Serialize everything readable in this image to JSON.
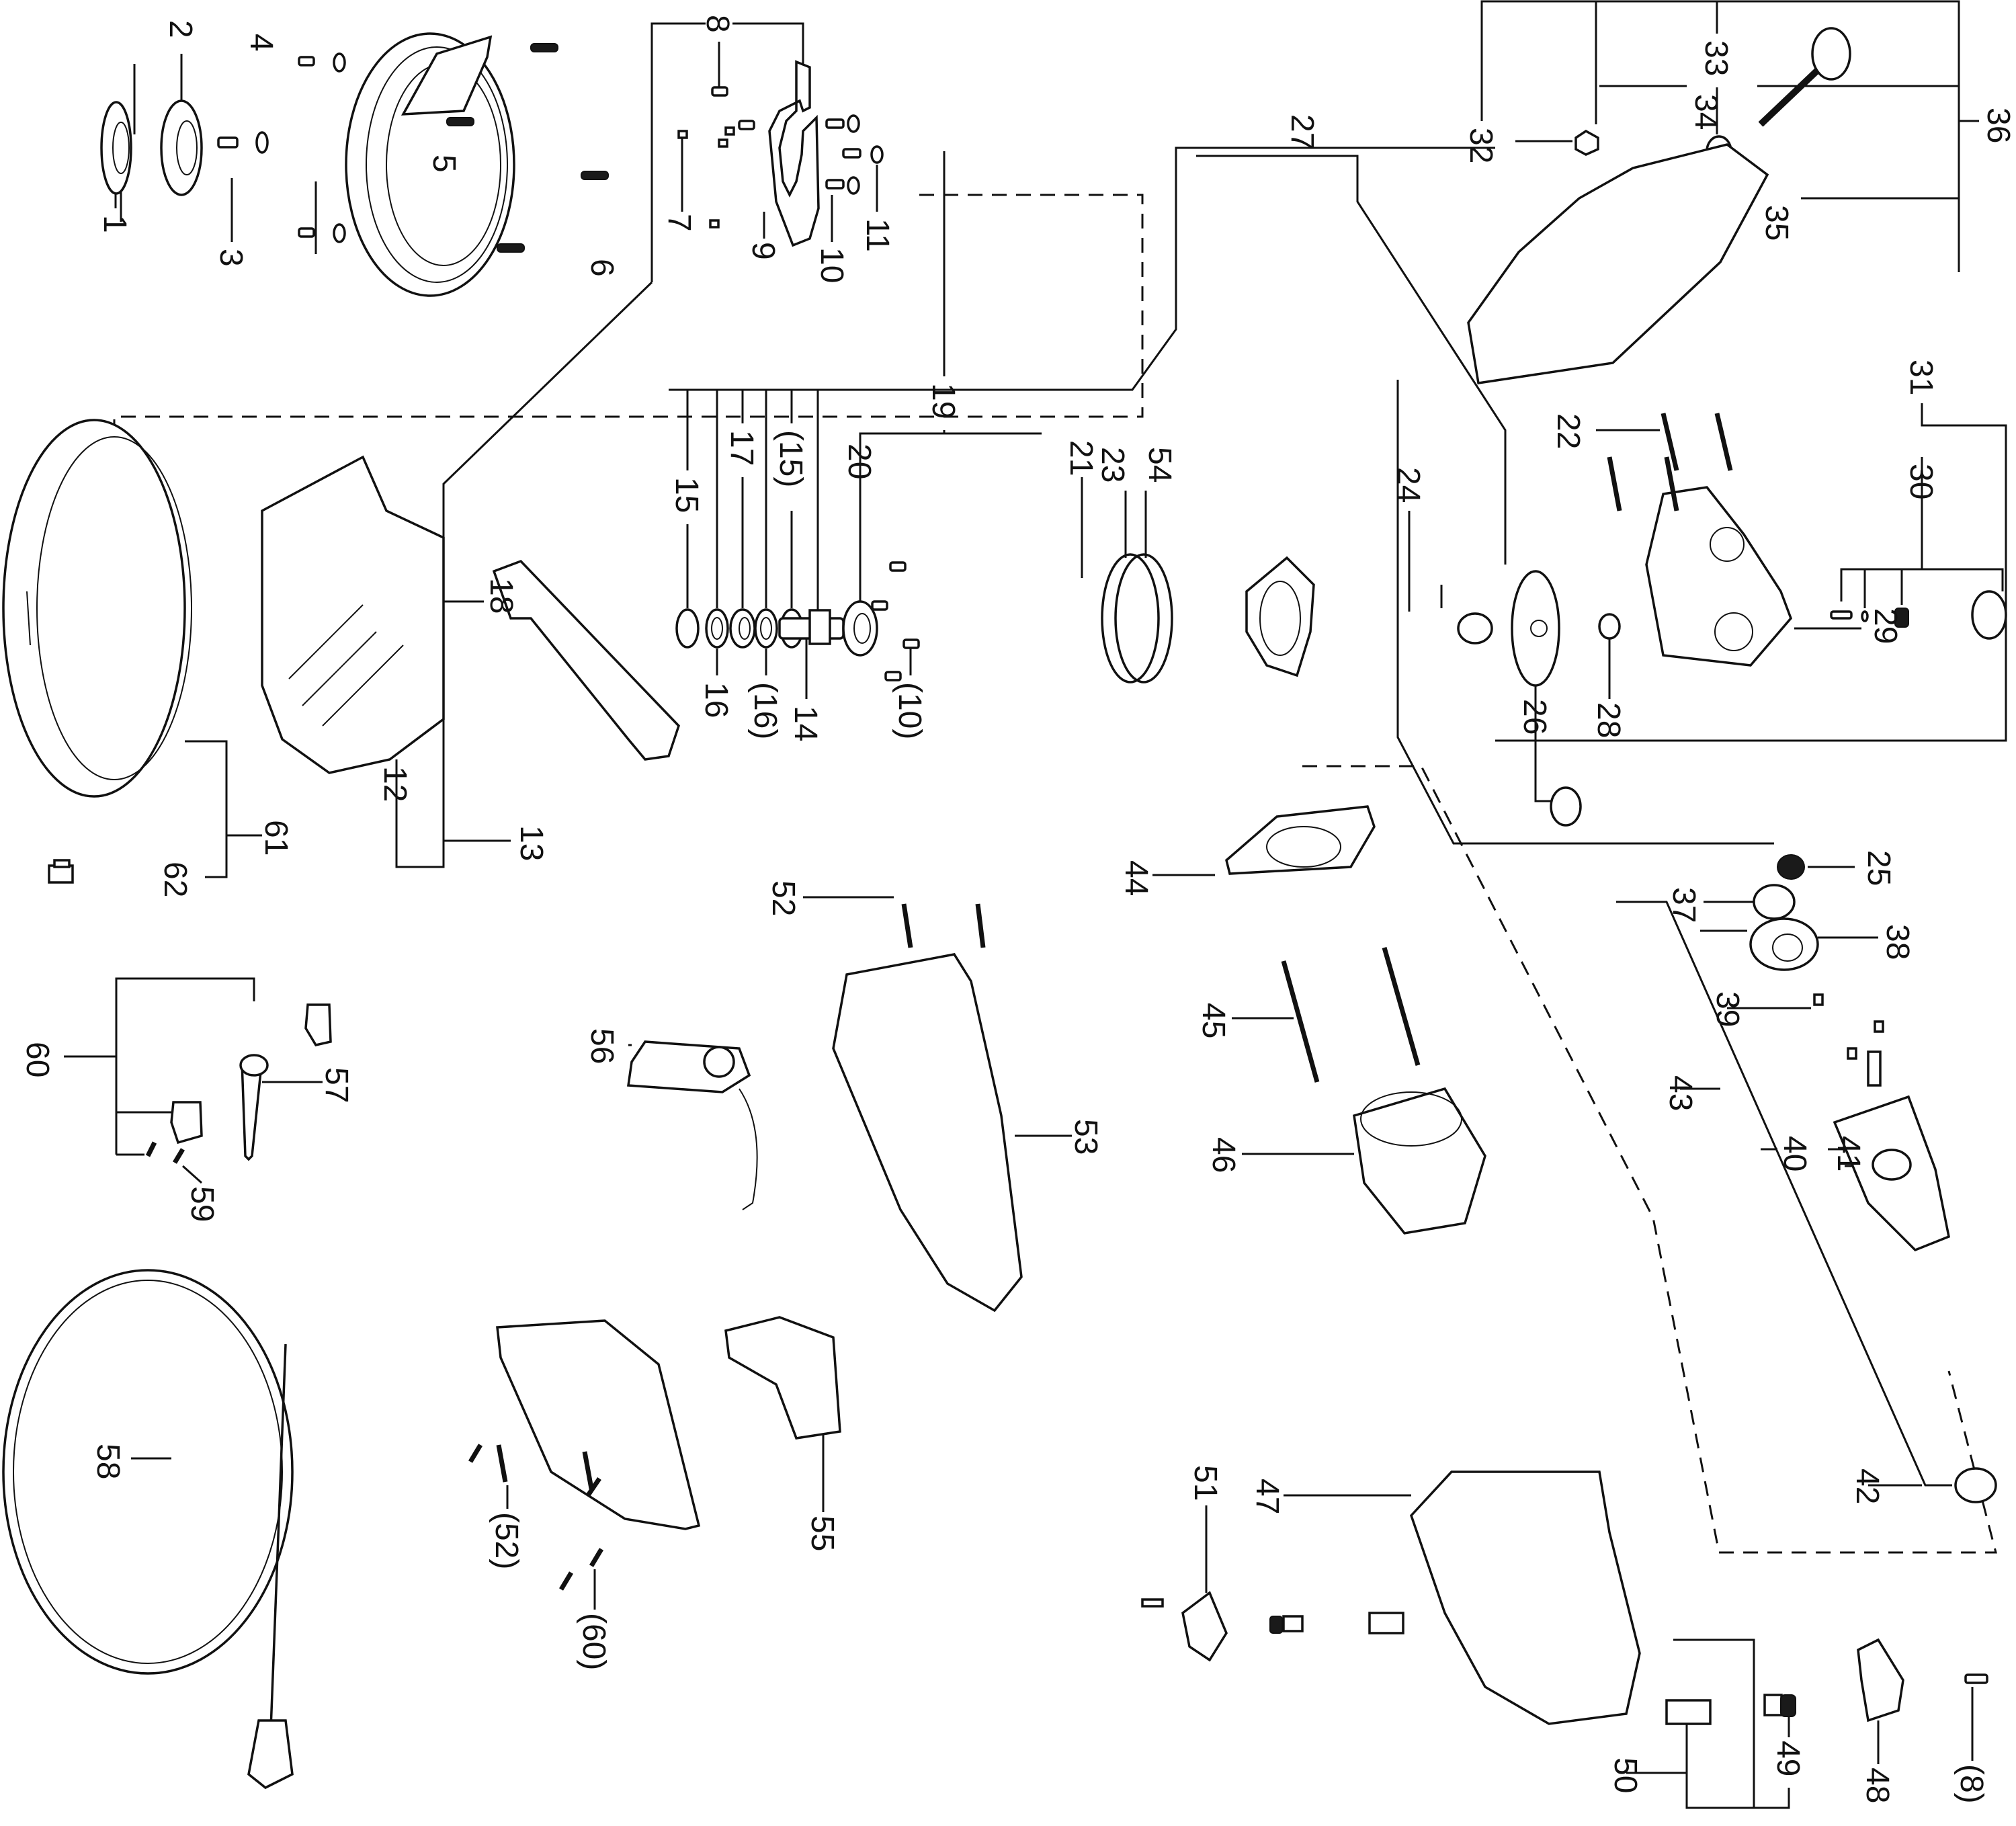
{
  "diagram": {
    "type": "exploded-parts-view",
    "colors": {
      "ink": "#111111",
      "paper": "#ffffff"
    },
    "labels": {
      "p1": "1",
      "p2": "2",
      "p3": "3",
      "p4": "4",
      "p5": "5",
      "p6": "6",
      "p7": "7",
      "p8": "8",
      "p9": "9",
      "p10": "10",
      "p10b": "(10)",
      "p11": "11",
      "p12": "12",
      "p13": "13",
      "p14": "14",
      "p15": "15",
      "p15b": "(15)",
      "p16": "16",
      "p16b": "(16)",
      "p17": "17",
      "p18": "18",
      "p19": "19",
      "p20": "20",
      "p21": "21",
      "p22": "22",
      "p23": "23",
      "p24": "24",
      "p25": "25",
      "p26": "26",
      "p27": "27",
      "p28": "28",
      "p29": "29",
      "p30": "30",
      "p31": "31",
      "p32": "32",
      "p33": "33",
      "p34": "34",
      "p35": "35",
      "p36": "36",
      "p37": "37",
      "p38": "38",
      "p39": "39",
      "p40": "40",
      "p41": "41",
      "p42": "42",
      "p43": "43",
      "p44": "44",
      "p45": "45",
      "p46": "46",
      "p47": "47",
      "p48": "48",
      "p49": "49",
      "p50": "50",
      "p51": "51",
      "p52": "52",
      "p52b": "(52)",
      "p53": "53",
      "p54": "54",
      "p55": "55",
      "p56": "56",
      "p57": "57",
      "p58": "58",
      "p59": "59",
      "p60": "60",
      "p60b": "(60)",
      "p61": "61",
      "p62": "62",
      "p8b": "(8)"
    }
  }
}
